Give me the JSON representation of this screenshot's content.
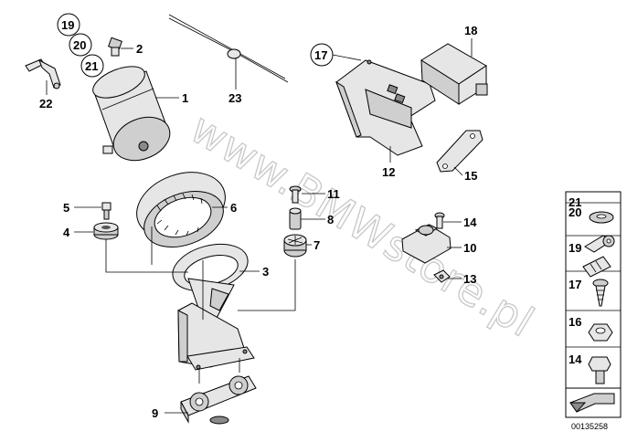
{
  "diagram": {
    "watermark": "www.BMWstore.pl",
    "image_id": "00135258",
    "callouts": [
      {
        "id": "c1",
        "label": "1",
        "circled": false
      },
      {
        "id": "c2",
        "label": "2",
        "circled": false
      },
      {
        "id": "c3",
        "label": "3",
        "circled": false
      },
      {
        "id": "c4",
        "label": "4",
        "circled": false
      },
      {
        "id": "c5",
        "label": "5",
        "circled": false
      },
      {
        "id": "c6",
        "label": "6",
        "circled": false
      },
      {
        "id": "c7",
        "label": "7",
        "circled": false
      },
      {
        "id": "c8",
        "label": "8",
        "circled": false
      },
      {
        "id": "c9",
        "label": "9",
        "circled": false
      },
      {
        "id": "c10",
        "label": "10",
        "circled": false
      },
      {
        "id": "c11",
        "label": "11",
        "circled": false
      },
      {
        "id": "c12",
        "label": "12",
        "circled": false
      },
      {
        "id": "c13",
        "label": "13",
        "circled": false
      },
      {
        "id": "c14",
        "label": "14",
        "circled": false
      },
      {
        "id": "c15",
        "label": "15",
        "circled": false
      },
      {
        "id": "c17",
        "label": "17",
        "circled": true
      },
      {
        "id": "c18",
        "label": "18",
        "circled": false
      },
      {
        "id": "c19",
        "label": "19",
        "circled": true
      },
      {
        "id": "c20",
        "label": "20",
        "circled": true
      },
      {
        "id": "c21",
        "label": "21",
        "circled": true
      },
      {
        "id": "c22",
        "label": "22",
        "circled": false
      },
      {
        "id": "c23",
        "label": "23",
        "circled": false
      }
    ],
    "side_panel": [
      {
        "label": "21",
        "icon": "washer-icon"
      },
      {
        "label": "20",
        "icon": "banjo-bolt-icon"
      },
      {
        "label": "19",
        "icon": "hose-fitting-icon"
      },
      {
        "label": "17",
        "icon": "screw-icon"
      },
      {
        "label": "16",
        "icon": "hex-nut-icon"
      },
      {
        "label": "14",
        "icon": "hex-bolt-icon"
      }
    ]
  }
}
